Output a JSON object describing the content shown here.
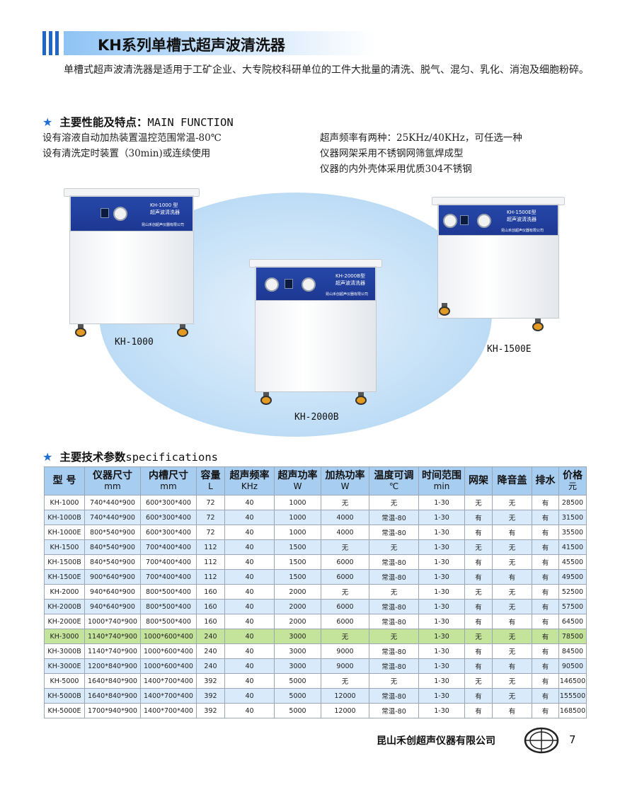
{
  "header": {
    "title": "KH系列单槽式超声波清洗器"
  },
  "intro": "单槽式超声波清洗器是适用于工矿企业、大专院校科研单位的工件大批量的清洗、脱气、混匀、乳化、消泡及细胞粉碎。",
  "features": {
    "heading_cn": "主要性能及特点：",
    "heading_en": "MAIN FUNCTION",
    "left": [
      "设有溶液自动加热装置温控范围常温-80℃",
      "设有清洗定时装置（30min)或连续使用"
    ],
    "right": [
      "超声频率有两种：25KHz/40KHz，可任选一种",
      "仪器网架采用不锈钢网筛氩焊成型",
      "仪器的内外壳体采用优质304不锈钢"
    ]
  },
  "products": [
    {
      "label": "KH-1000",
      "panel_model": "KH-1000 型",
      "panel_sub": "超声波清洗器",
      "panel_co": "昆山禾创超声仪器有限公司"
    },
    {
      "label": "KH-2000B",
      "panel_model": "KH-2000B型",
      "panel_sub": "超声波清洗器",
      "panel_co": "昆山禾创超声仪器有限公司"
    },
    {
      "label": "KH-1500E",
      "panel_model": "KH-1500E型",
      "panel_sub": "超声波清洗器",
      "panel_co": "昆山禾创超声仪器有限公司"
    }
  ],
  "specs": {
    "heading_cn": "主要技术参数",
    "heading_en": "specifications",
    "columns": [
      {
        "label": "型 号",
        "unit": ""
      },
      {
        "label": "仪器尺寸",
        "unit": "mm"
      },
      {
        "label": "内槽尺寸",
        "unit": "mm"
      },
      {
        "label": "容量",
        "unit": "L"
      },
      {
        "label": "超声频率",
        "unit": "KHz"
      },
      {
        "label": "超声功率",
        "unit": "W"
      },
      {
        "label": "加热功率",
        "unit": "W"
      },
      {
        "label": "温度可调",
        "unit": "℃"
      },
      {
        "label": "时间范围",
        "unit": "min"
      },
      {
        "label": "网架",
        "unit": ""
      },
      {
        "label": "降音盖",
        "unit": ""
      },
      {
        "label": "排水",
        "unit": ""
      },
      {
        "label": "价格",
        "unit": "元"
      }
    ],
    "rows": [
      [
        "KH-1000",
        "740*440*900",
        "600*300*400",
        "72",
        "40",
        "1000",
        "无",
        "无",
        "1-30",
        "无",
        "无",
        "有",
        "28500"
      ],
      [
        "KH-1000B",
        "740*440*900",
        "600*300*400",
        "72",
        "40",
        "1000",
        "4000",
        "常温-80",
        "1-30",
        "有",
        "无",
        "有",
        "31500"
      ],
      [
        "KH-1000E",
        "800*540*900",
        "600*300*400",
        "72",
        "40",
        "1000",
        "4000",
        "常温-80",
        "1-30",
        "有",
        "有",
        "有",
        "35500"
      ],
      [
        "KH-1500",
        "840*540*900",
        "700*400*400",
        "112",
        "40",
        "1500",
        "无",
        "无",
        "1-30",
        "无",
        "无",
        "有",
        "41500"
      ],
      [
        "KH-1500B",
        "840*540*900",
        "700*400*400",
        "112",
        "40",
        "1500",
        "6000",
        "常温-80",
        "1-30",
        "有",
        "无",
        "有",
        "45500"
      ],
      [
        "KH-1500E",
        "900*640*900",
        "700*400*400",
        "112",
        "40",
        "1500",
        "6000",
        "常温-80",
        "1-30",
        "有",
        "有",
        "有",
        "49500"
      ],
      [
        "KH-2000",
        "940*640*900",
        "800*500*400",
        "160",
        "40",
        "2000",
        "无",
        "无",
        "1-30",
        "无",
        "无",
        "有",
        "52500"
      ],
      [
        "KH-2000B",
        "940*640*900",
        "800*500*400",
        "160",
        "40",
        "2000",
        "6000",
        "常温-80",
        "1-30",
        "有",
        "无",
        "有",
        "57500"
      ],
      [
        "KH-2000E",
        "1000*740*900",
        "800*500*400",
        "160",
        "40",
        "2000",
        "6000",
        "常温-80",
        "1-30",
        "有",
        "有",
        "有",
        "64500"
      ],
      [
        "KH-3000",
        "1140*740*900",
        "1000*600*400",
        "240",
        "40",
        "3000",
        "无",
        "无",
        "1-30",
        "无",
        "无",
        "有",
        "78500"
      ],
      [
        "KH-3000B",
        "1140*740*900",
        "1000*600*400",
        "240",
        "40",
        "3000",
        "9000",
        "常温-80",
        "1-30",
        "有",
        "无",
        "有",
        "84500"
      ],
      [
        "KH-3000E",
        "1200*840*900",
        "1000*600*400",
        "240",
        "40",
        "3000",
        "9000",
        "常温-80",
        "1-30",
        "有",
        "有",
        "有",
        "90500"
      ],
      [
        "KH-5000",
        "1640*840*900",
        "1400*700*400",
        "392",
        "40",
        "5000",
        "无",
        "无",
        "1-30",
        "无",
        "无",
        "有",
        "146500"
      ],
      [
        "KH-5000B",
        "1640*840*900",
        "1400*700*400",
        "392",
        "40",
        "5000",
        "12000",
        "常温-80",
        "1-30",
        "有",
        "无",
        "有",
        "155500"
      ],
      [
        "KH-5000E",
        "1700*940*900",
        "1400*700*400",
        "392",
        "40",
        "5000",
        "12000",
        "常温-80",
        "1-30",
        "有",
        "有",
        "有",
        "168500"
      ]
    ]
  },
  "footer": {
    "company": "昆山禾创超声仪器有限公司",
    "page_number": "7"
  },
  "colors": {
    "accent_blue": "#1f66c6",
    "table_header": "#a7cdf0",
    "row_alt": "#d9ebfa",
    "row_highlight": "#c4e39b"
  }
}
